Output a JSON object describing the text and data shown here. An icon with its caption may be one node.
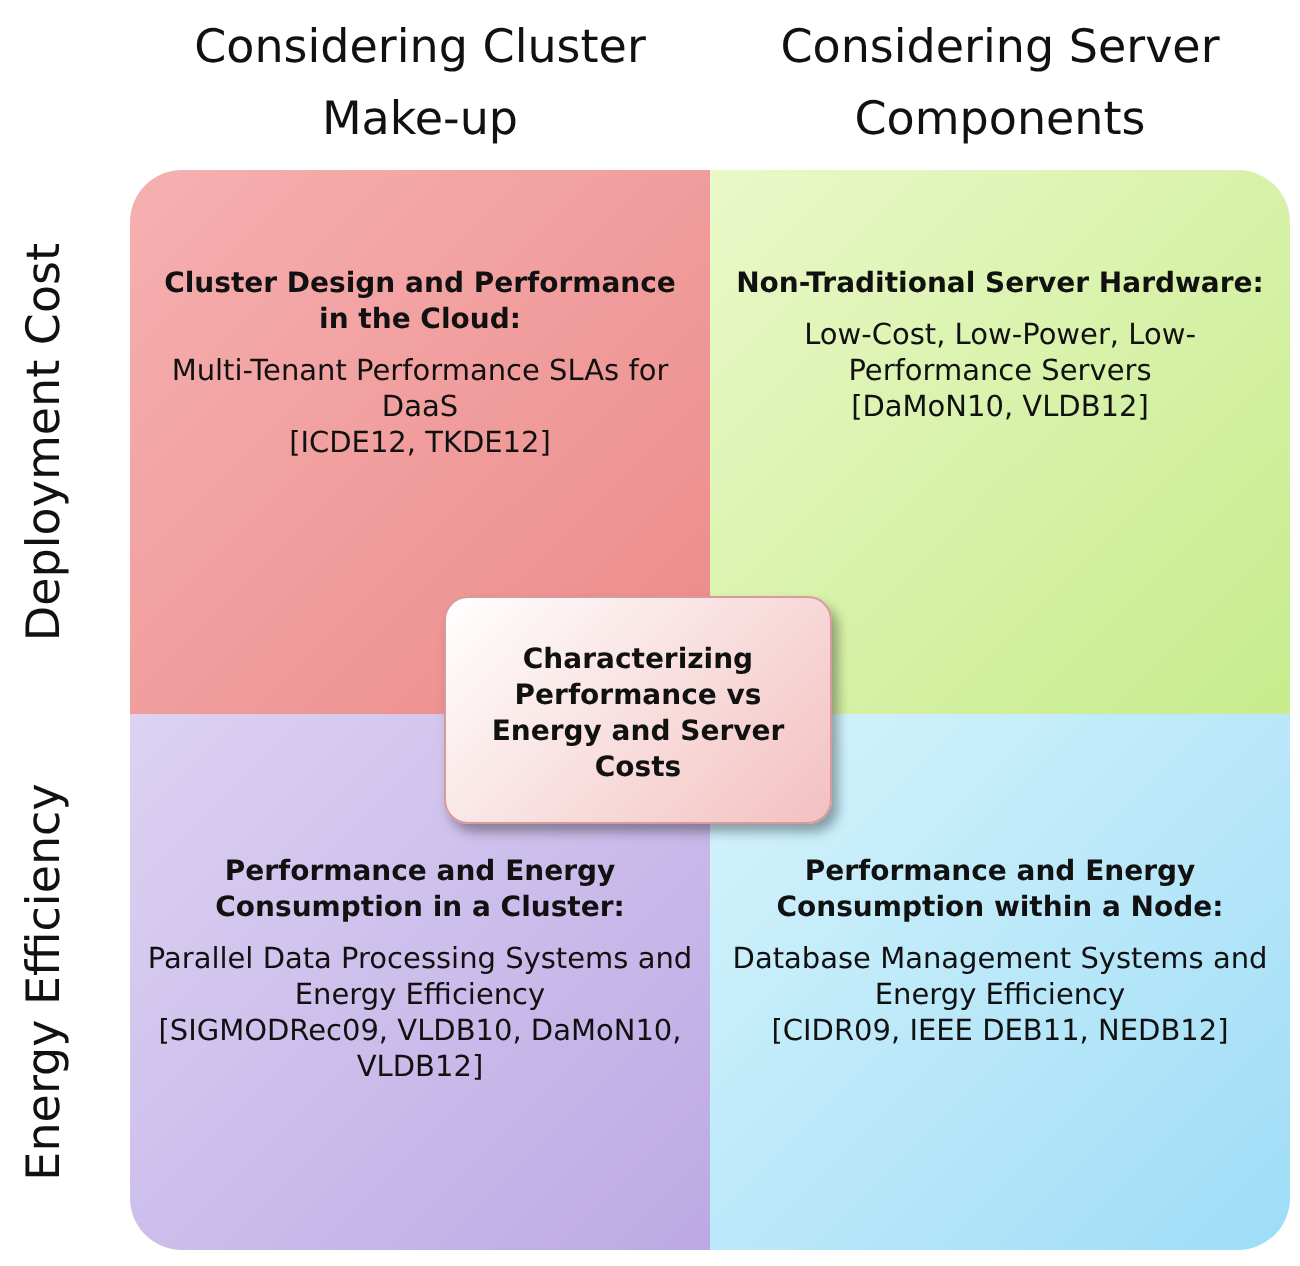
{
  "diagram": {
    "nodes": [
      {
        "text": [
          "Cluster Design and Performance in the Cloud:",
          "Multi-Tenant Performance SLAs for DaaS",
          "[ICDE12, TKDE12]"
        ]
      },
      {
        "text": [
          "Non-Traditional Server Hardware:",
          "Low-Cost, Low-Power, Low-Performance Servers",
          "[DaMoN10, VLDB12]"
        ]
      },
      {
        "text": [
          "Characterizing Performance vs Energy and Server Costs"
        ]
      },
      {
        "text": [
          "Performance and Energy Consumption in a Cluster:",
          "Parallel Data Processing Systems and Energy Efficiency",
          "[SIGMODRec09, VLDB10, DaMoN10, VLDB12]"
        ]
      },
      {
        "text": [
          "Performance and Energy Consumption within a Node:",
          "Database Management Systems and Energy Efficiency",
          "[CIDR09, IEEE DEB11, NEDB12]"
        ]
      }
    ],
    "labels": [
      "Considering Cluster Make-up",
      "Considering Server Components",
      "Deployment Cost",
      "Energy Efficiency"
    ]
  }
}
